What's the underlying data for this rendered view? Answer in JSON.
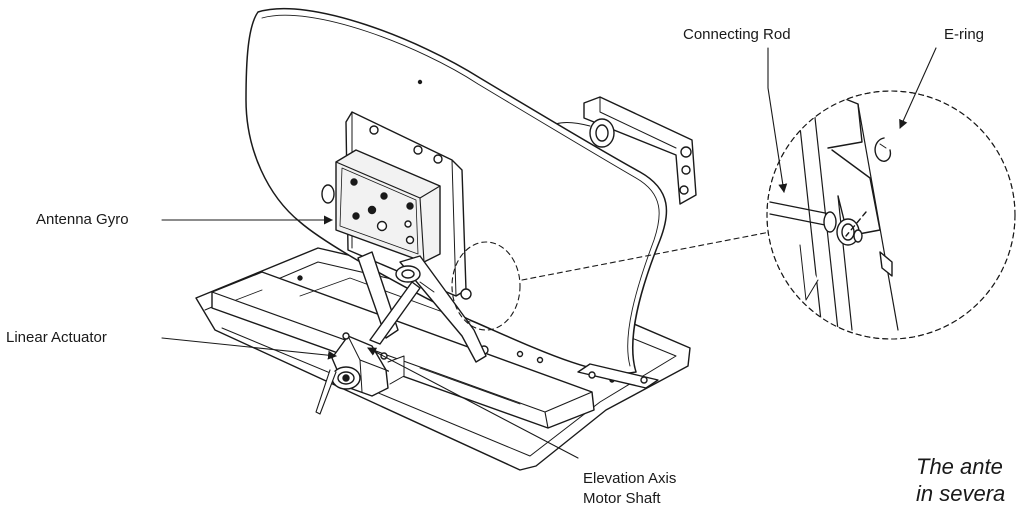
{
  "labels": {
    "connecting_rod": "Connecting Rod",
    "e_ring": "E-ring",
    "antenna_gyro": "Antenna Gyro",
    "linear_actuator": "Linear Actuator",
    "elevation_axis_line1": "Elevation Axis",
    "elevation_axis_line2": "Motor Shaft"
  },
  "caption": {
    "line1": "The ante",
    "line2": "in severa"
  },
  "colors": {
    "line": "#1a1a1a",
    "background": "#ffffff",
    "gyro_fill": "#f2f2f2"
  }
}
